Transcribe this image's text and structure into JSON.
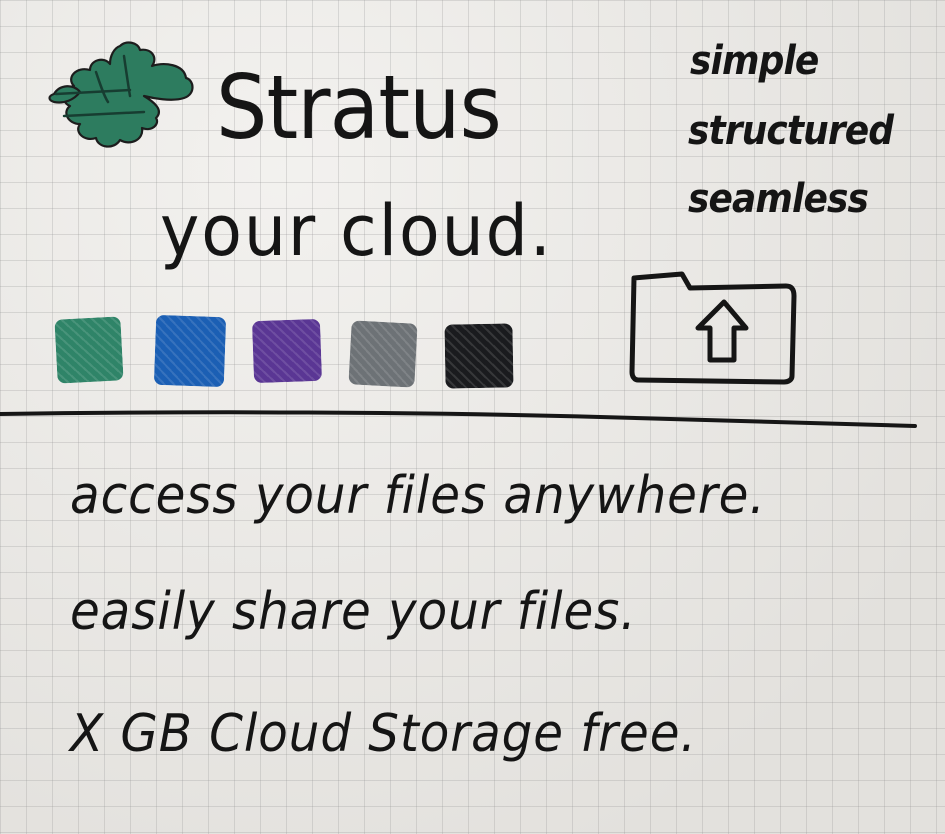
{
  "brand": {
    "name": "Stratus",
    "tagline": "your cloud.",
    "logo_icon": "cloud-blob-icon",
    "logo_color": "#2d7c5f"
  },
  "traits": [
    "simple",
    "structured",
    "seamless"
  ],
  "palette": {
    "swatches": [
      {
        "name": "green",
        "color": "#2f8468"
      },
      {
        "name": "blue",
        "color": "#1b5fb4"
      },
      {
        "name": "purple",
        "color": "#5a3694"
      },
      {
        "name": "gray",
        "color": "#6d7276"
      },
      {
        "name": "black",
        "color": "#1a1b1e"
      }
    ]
  },
  "upload": {
    "icon": "folder-upload-icon"
  },
  "features": [
    "access your files anywhere.",
    "easily share your files.",
    "X GB Cloud Storage free."
  ]
}
